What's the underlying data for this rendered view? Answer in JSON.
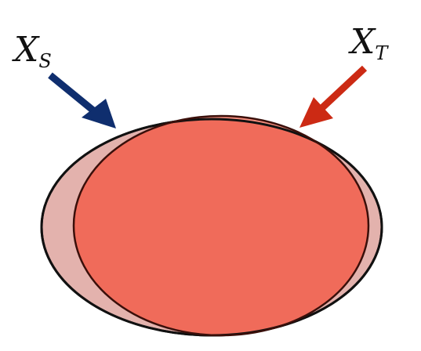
{
  "labels": {
    "source": {
      "main": "X",
      "sub": "S"
    },
    "target": {
      "main": "X",
      "sub": "T"
    }
  },
  "colors": {
    "source_fill": "#e3b2ad",
    "overlap_fill": "#f06b5a",
    "target_only_fill": "#f88f7f",
    "outline": "#111111",
    "target_outline": "#3a0f0a",
    "source_arrow": "#0f2e6e",
    "target_arrow": "#cc2a14",
    "background": "#ffffff"
  },
  "icons": {
    "source_arrow": "arrow-down-right",
    "target_arrow": "arrow-down-left"
  }
}
